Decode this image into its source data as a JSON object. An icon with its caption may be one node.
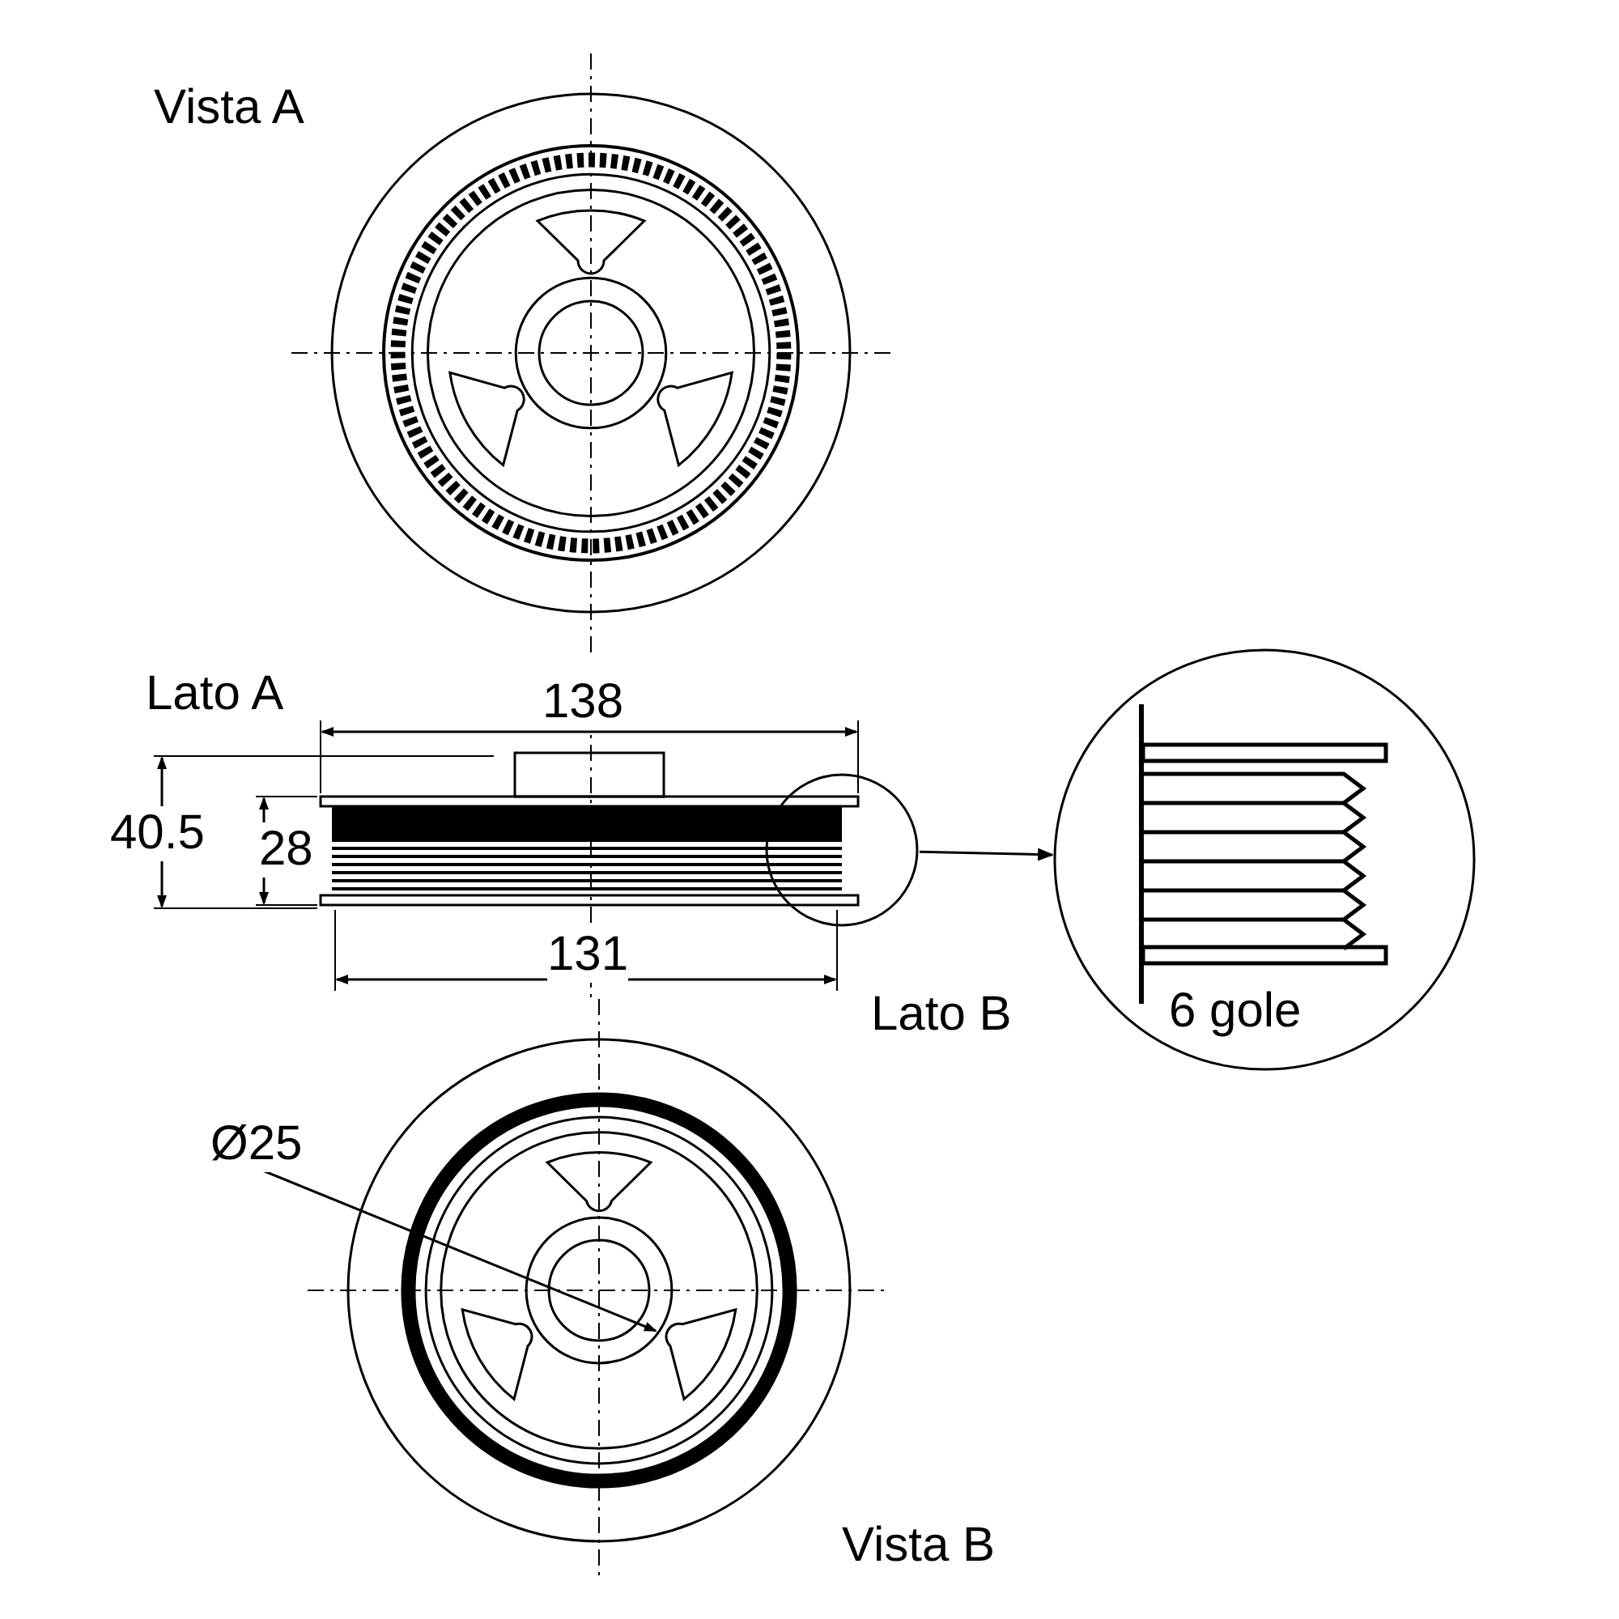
{
  "diagram": {
    "nodes": [
      {
        "text": [],
        "shape": "circle"
      },
      {
        "text": [
          "6 gole"
        ]
      }
    ],
    "edges": [
      {
        "from": 0,
        "to": 1,
        "arrow": "to"
      }
    ],
    "labels": [
      "Vista A",
      "Lato A",
      "138",
      "40.5",
      "28",
      "131",
      "Lato B",
      "Ø25",
      "Vista B"
    ]
  }
}
